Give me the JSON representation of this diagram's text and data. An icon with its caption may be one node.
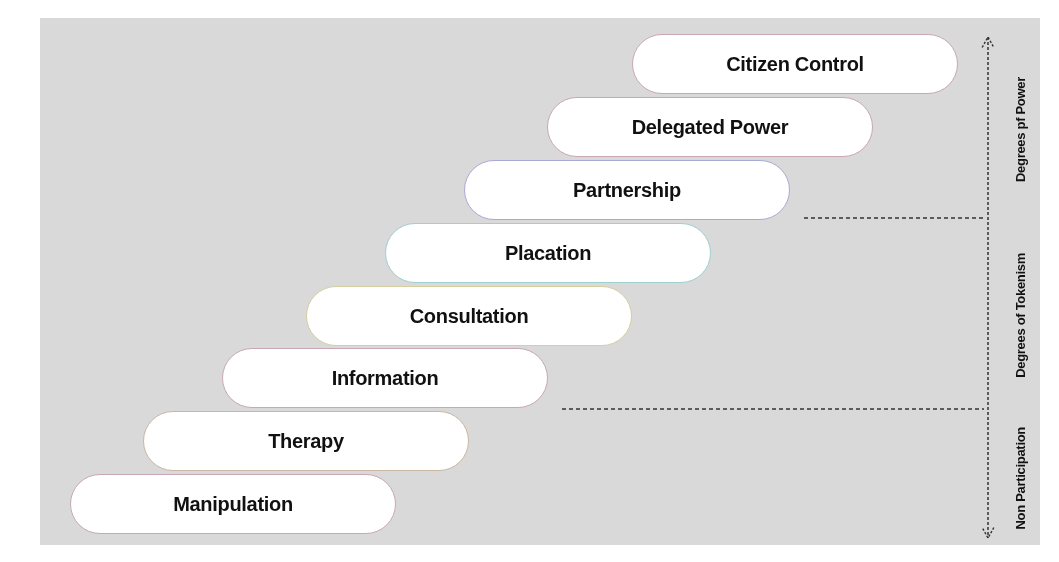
{
  "diagram": {
    "nodes": [
      {
        "text": [
          "Citizen Control"
        ]
      },
      {
        "text": [
          "Delegated Power"
        ]
      },
      {
        "text": [
          "Partnership"
        ]
      },
      {
        "text": [
          "Placation"
        ]
      },
      {
        "text": [
          "Consultation"
        ]
      },
      {
        "text": [
          "Information"
        ]
      },
      {
        "text": [
          "Therapy"
        ]
      },
      {
        "text": [
          "Manipulation"
        ]
      }
    ],
    "labels": [
      "Degrees pf Power",
      "Degrees of Tokenism",
      "Non Participation"
    ]
  }
}
